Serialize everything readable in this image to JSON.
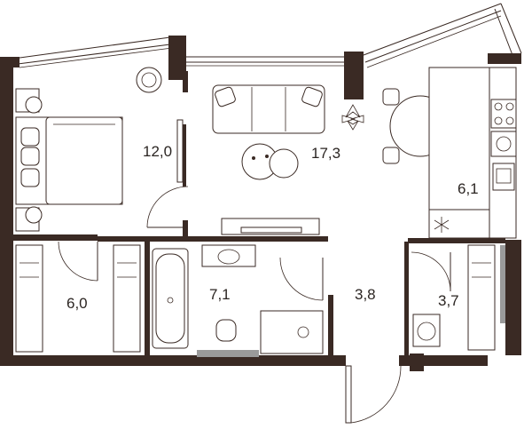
{
  "floorplan": {
    "rooms": [
      {
        "id": "bedroom",
        "area": "12,0"
      },
      {
        "id": "living-room",
        "area": "17,3"
      },
      {
        "id": "kitchen",
        "area": "6,1"
      },
      {
        "id": "wardrobe",
        "area": "6,0"
      },
      {
        "id": "bathroom",
        "area": "7,1"
      },
      {
        "id": "hallway",
        "area": "3,8"
      },
      {
        "id": "laundry",
        "area": "3,7"
      }
    ],
    "colors": {
      "wall": "#3a2a24",
      "accent_grey": "#9a9a9a",
      "background": "#ffffff"
    }
  }
}
